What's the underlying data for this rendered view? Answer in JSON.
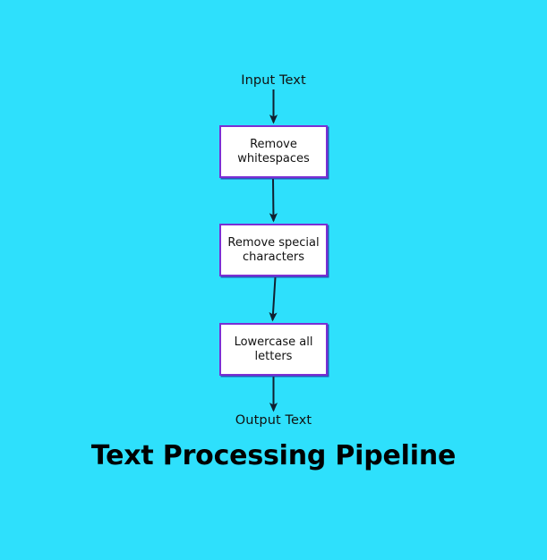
{
  "diagram": {
    "title": "Text Processing Pipeline",
    "background_color": "#2ee0fc",
    "node_fill_color": "#ffffff",
    "node_border_color": "#7b2fd4",
    "arrow_color": "#102030",
    "text_color": "#121212",
    "input_label": "Input Text",
    "output_label": "Output Text",
    "nodes": [
      {
        "id": "remove-whitespaces",
        "label": "Remove\nwhitespaces"
      },
      {
        "id": "remove-special-chars",
        "label": "Remove special\ncharacters"
      },
      {
        "id": "lowercase-all-letters",
        "label": "Lowercase all\nletters"
      }
    ],
    "edges": [
      {
        "from": "input-text",
        "to": "remove-whitespaces"
      },
      {
        "from": "remove-whitespaces",
        "to": "remove-special-chars"
      },
      {
        "from": "remove-special-chars",
        "to": "lowercase-all-letters"
      },
      {
        "from": "lowercase-all-letters",
        "to": "output-text"
      }
    ]
  }
}
